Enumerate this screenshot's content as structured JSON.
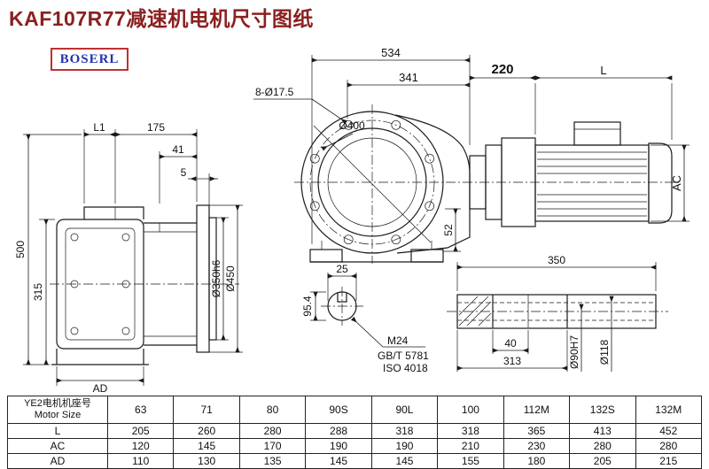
{
  "page": {
    "title": "KAF107R77减速机电机尺寸图纸",
    "logo": "BOSERL"
  },
  "colors": {
    "title_red": "#8b2020",
    "logo_blue": "#2233aa",
    "logo_border_red": "#c03030",
    "line_black": "#1a1a1a"
  },
  "drawing": {
    "left_view": {
      "l1": "L1",
      "d175": "175",
      "d41": "41",
      "d5": "5",
      "d500": "500",
      "d315": "315",
      "ad": "AD",
      "d350h6": "Ø350h6",
      "d450": "Ø450"
    },
    "front_view": {
      "d534": "534",
      "d341": "341",
      "holes": "8-Ø17.5",
      "d400": "Ø400",
      "d52": "52"
    },
    "shaft_section": {
      "d25": "25",
      "d95_4": "95.4",
      "m24": "M24",
      "gbt": "GB/T 5781",
      "iso": "ISO 4018"
    },
    "motor_view": {
      "d220": "220",
      "l": "L",
      "ac": "AC"
    },
    "hollow_shaft": {
      "d350": "350",
      "d40": "40",
      "d313": "313",
      "d90": "Ø90H7",
      "d118": "Ø118"
    }
  },
  "table": {
    "header_cn": "YE2电机机座号",
    "header_en": "Motor Size",
    "columns": [
      "63",
      "71",
      "80",
      "90S",
      "90L",
      "100",
      "112M",
      "132S",
      "132M"
    ],
    "rows": [
      {
        "label": "L",
        "values": [
          "205",
          "260",
          "280",
          "288",
          "318",
          "318",
          "365",
          "413",
          "452"
        ]
      },
      {
        "label": "AC",
        "values": [
          "120",
          "145",
          "170",
          "190",
          "190",
          "210",
          "230",
          "280",
          "280"
        ]
      },
      {
        "label": "AD",
        "values": [
          "110",
          "130",
          "135",
          "145",
          "145",
          "155",
          "180",
          "205",
          "215"
        ]
      }
    ]
  }
}
